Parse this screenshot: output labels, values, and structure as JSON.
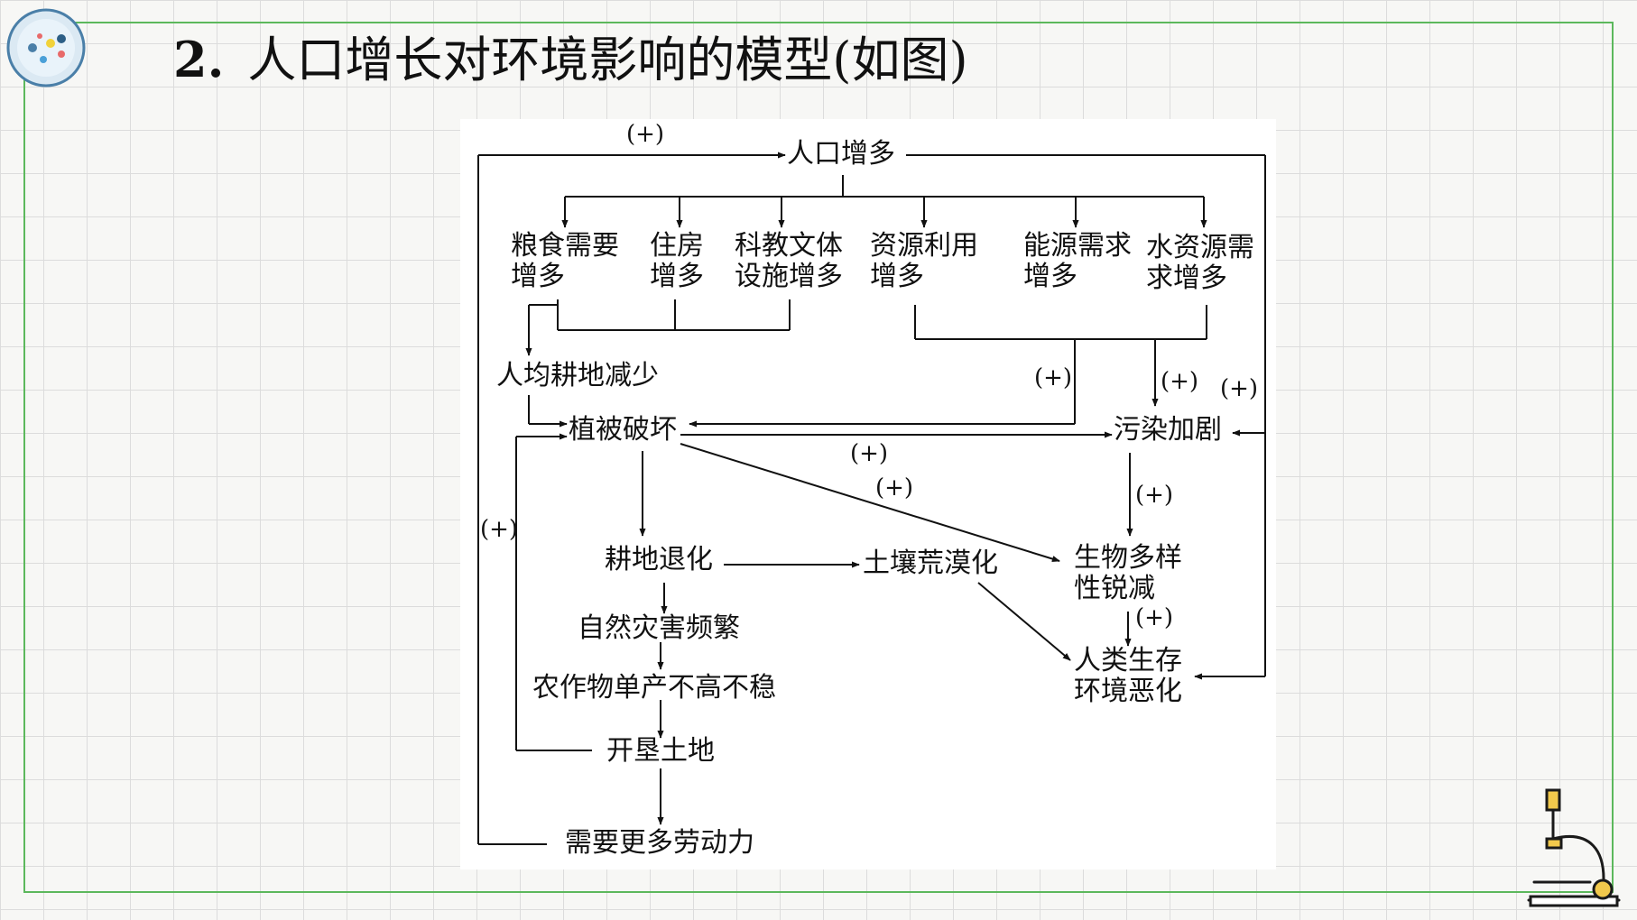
{
  "title": {
    "number": "2.",
    "text": "人口增长对环境影响的模型(如图)"
  },
  "diagram": {
    "nodes": {
      "pop_increase": "人口增多",
      "grain_line1": "粮食需要",
      "grain_line2": "增多",
      "housing_line1": "住房",
      "housing_line2": "增多",
      "facility_line1": "科教文体",
      "facility_line2": "设施增多",
      "resource_line1": "资源利用",
      "resource_line2": "增多",
      "energy_line1": "能源需求",
      "energy_line2": "增多",
      "water_line1": "水资源需",
      "water_line2": "求增多",
      "arable_per_capita": "人均耕地减少",
      "vegetation": "植被破坏",
      "pollution": "污染加剧",
      "farmland_degrade": "耕地退化",
      "desertification": "土壤荒漠化",
      "biodiv_line1": "生物多样",
      "biodiv_line2": "性锐减",
      "disasters": "自然灾害频繁",
      "crops": "农作物单产不高不稳",
      "survive_line1": "人类生存",
      "survive_line2": "环境恶化",
      "reclaim": "开垦土地",
      "labor": "需要更多劳动力"
    },
    "plus_label": "(+)",
    "colors": {
      "line": "#111111",
      "frame": "#5cb85c",
      "grid": "#dcdcdc"
    }
  }
}
